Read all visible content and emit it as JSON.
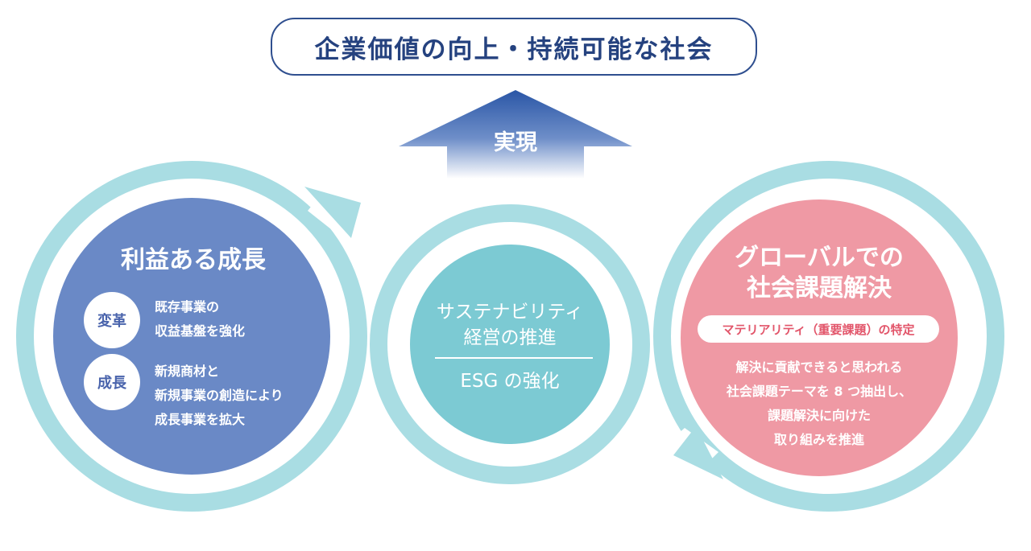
{
  "goal": {
    "title": "企業価値の向上・持続可能な社会"
  },
  "arrow": {
    "label": "実現"
  },
  "left_circle": {
    "title": "利益ある成長",
    "items": [
      {
        "badge": "変革",
        "lines": [
          "既存事業の",
          "収益基盤を強化"
        ]
      },
      {
        "badge": "成長",
        "lines": [
          "新規商材と",
          "新規事業の創造により",
          "成長事業を拡大"
        ]
      }
    ]
  },
  "center_circle": {
    "lines": [
      "サステナビリティ",
      "経営の推進"
    ],
    "sub": "ESG の強化"
  },
  "right_circle": {
    "title_lines": [
      "グローバルでの",
      "社会課題解決"
    ],
    "pill": "マテリアリティ（重要課題）の特定",
    "body_lines": [
      "解決に貢献できると思われる",
      "社会課題テーマを 8 つ抽出し、",
      "課題解決に向けた",
      "取り組みを推進"
    ]
  },
  "colors": {
    "ring": "#a9dde3",
    "left_fill": "#6a89c6",
    "center_fill": "#7ccad3",
    "right_fill": "#ef99a4",
    "navy": "#25427f"
  }
}
